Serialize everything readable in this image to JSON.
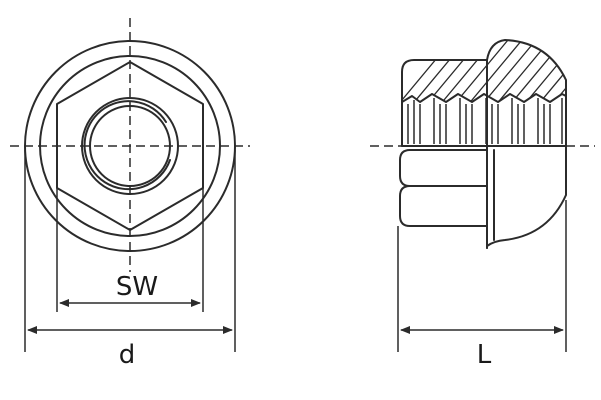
{
  "labels": {
    "wrench_size": "SW",
    "diameter": "d",
    "length": "L"
  },
  "colors": {
    "line": "#2b2b2b",
    "background": "#ffffff"
  }
}
